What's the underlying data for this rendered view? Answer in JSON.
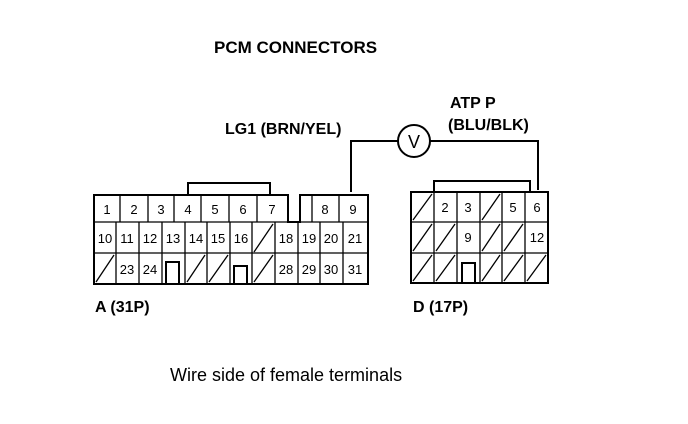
{
  "title": "PCM CONNECTORS",
  "caption": "Wire side of female terminals",
  "wire": {
    "left_label": "LG1 (BRN/YEL)",
    "right_label_line1": "ATP P",
    "right_label_line2": "(BLU/BLK)",
    "symbol": "V"
  },
  "connectors": [
    {
      "name": "A (31P)",
      "rows": [
        [
          "1",
          "2",
          "3",
          "4",
          "5",
          "6",
          "7",
          "",
          "8",
          "9"
        ],
        [
          "10",
          "11",
          "12",
          "13",
          "14",
          "15",
          "16",
          "/",
          "18",
          "19",
          "20",
          "21"
        ],
        [
          "/",
          "23",
          "24",
          "",
          "/",
          "/",
          "",
          "/",
          "28",
          "29",
          "30",
          "31"
        ]
      ]
    },
    {
      "name": "D (17P)",
      "rows": [
        [
          "/",
          "2",
          "3",
          "/",
          "5",
          "6"
        ],
        [
          "/",
          "/",
          "9",
          "/",
          "/",
          "12"
        ],
        [
          "/",
          "/",
          "",
          "/",
          "/",
          "/"
        ]
      ]
    }
  ]
}
